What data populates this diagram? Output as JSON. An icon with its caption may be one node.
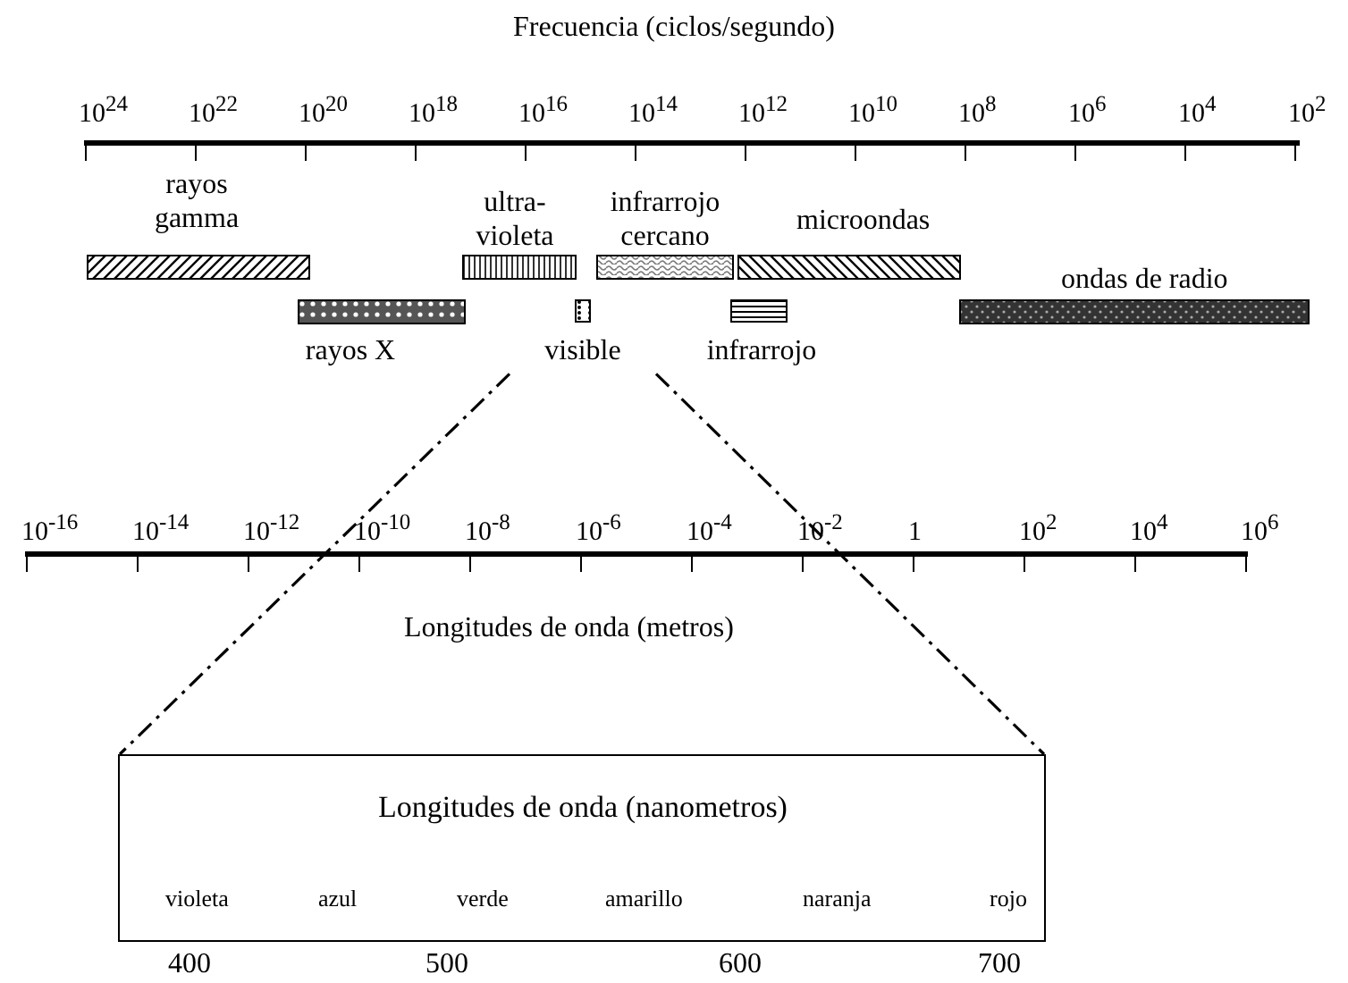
{
  "diagram": {
    "nodes": [
      {
        "text": [
          "rayos gamma"
        ]
      },
      {
        "text": [
          "rayos X"
        ]
      },
      {
        "text": [
          "ultra- violeta"
        ]
      },
      {
        "text": [
          "visible"
        ]
      },
      {
        "text": [
          "infrarrojo cercano"
        ]
      },
      {
        "text": [
          "infrarrojo"
        ]
      },
      {
        "text": [
          "microondas"
        ]
      },
      {
        "text": [
          "ondas de radio"
        ]
      },
      {
        "text": [
          "Longitudes de onda (nanometros)"
        ]
      }
    ],
    "edges": [
      {
        "from": 3,
        "to": 8,
        "arrow": "none",
        "style": "dashed"
      },
      {
        "from": 3,
        "to": 8,
        "arrow": "none",
        "style": "dashed"
      }
    ],
    "labels": [
      "Frecuencia (ciclos/segundo)",
      "10$^{24}$",
      "10$^{22}$",
      "10$^{20}$",
      "10$^{18}$",
      "10$^{16}$",
      "10$^{14}$",
      "10$^{12}$",
      "10$^{10}$",
      "10$^{8}$",
      "10$^{6}$",
      "10$^{4}$",
      "10$^{2}$",
      "10$^{-16}$",
      "10$^{-14}$",
      "10$^{-12}$",
      "10$^{-10}$",
      "10$^{-8}$",
      "10$^{-6}$",
      "10$^{-4}$",
      "10$^{-2}$",
      "1",
      "10$^{2}$",
      "10$^{4}$",
      "10$^{6}$",
      "Longitudes de onda (metros)",
      "violeta",
      "azul",
      "verde",
      "amarillo",
      "naranja",
      "rojo",
      "400",
      "500",
      "600",
      "700"
    ]
  }
}
